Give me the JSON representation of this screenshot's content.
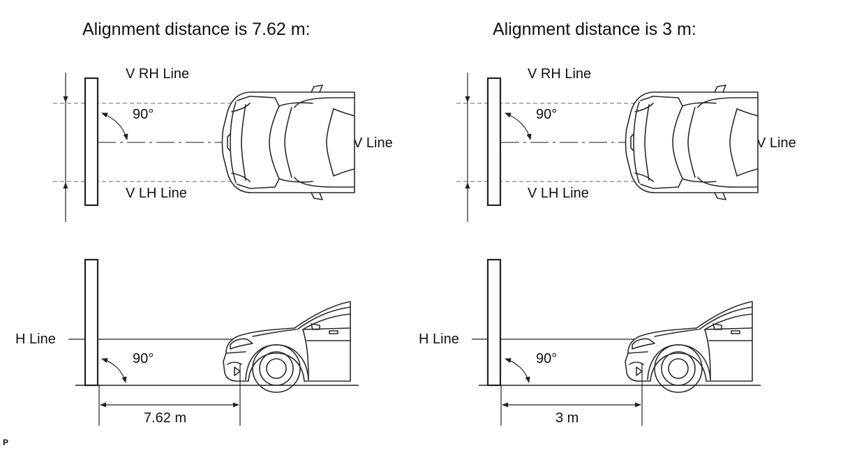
{
  "panels": [
    {
      "title": "Alignment distance is 7.62 m:",
      "labels": {
        "v_rh": "V RH Line",
        "v_lh": "V LH Line",
        "v_line": "V Line",
        "angle_top": "90°",
        "h_line": "H Line",
        "angle_side": "90°",
        "distance": "7.62 m"
      }
    },
    {
      "title": "Alignment distance is 3 m:",
      "labels": {
        "v_rh": "V RH Line",
        "v_lh": "V LH Line",
        "v_line": "V Line",
        "angle_top": "90°",
        "h_line": "H Line",
        "angle_side": "90°",
        "distance": "3 m"
      }
    }
  ],
  "footer_mark": "P"
}
